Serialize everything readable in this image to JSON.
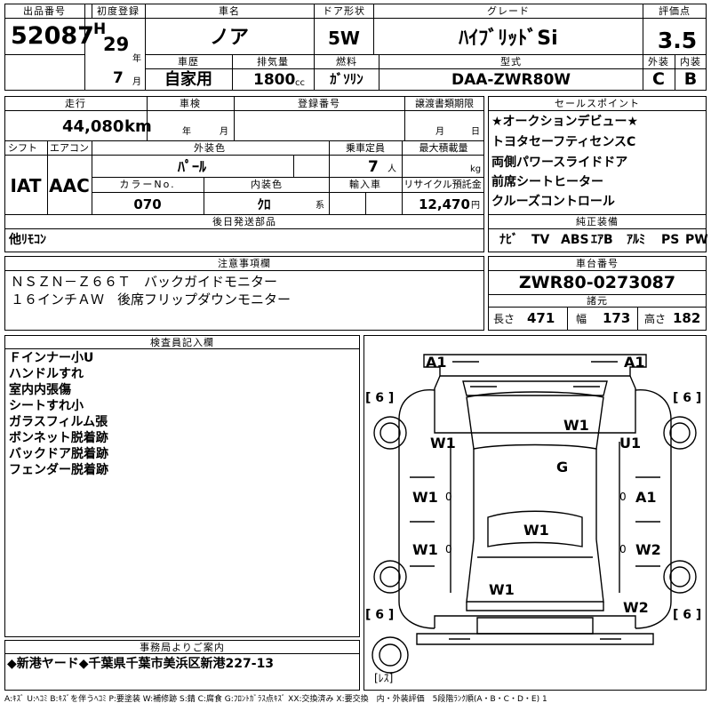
{
  "header": {
    "lot_no": {
      "label": "出品番号",
      "value": "52087"
    },
    "first_reg": {
      "label": "初度登録",
      "era": "H",
      "year": "29",
      "year_unit": "年",
      "month": "7",
      "month_unit": "月"
    },
    "car_name": {
      "label": "車名",
      "value": "ノア"
    },
    "doors": {
      "label": "ドア形状",
      "value": "5W"
    },
    "grade": {
      "label": "グレード",
      "value": "ﾊｲﾌﾞﾘｯﾄﾞSi"
    },
    "score": {
      "label": "評価点",
      "value": "3.5"
    },
    "history": {
      "label": "車歴",
      "value": "自家用"
    },
    "displacement": {
      "label": "排気量",
      "value": "1800",
      "unit": "cc"
    },
    "fuel": {
      "label": "燃料",
      "value": "ｶﾞｿﾘﾝ"
    },
    "model_code": {
      "label": "型式",
      "value": "DAA-ZWR80W"
    },
    "exterior_grade": {
      "label": "外装",
      "value": "C"
    },
    "interior_grade": {
      "label": "内装",
      "value": "B"
    }
  },
  "specs": {
    "mileage": {
      "label": "走行",
      "value": "44,080",
      "unit": "km"
    },
    "inspection": {
      "label": "車検",
      "year_unit": "年",
      "month_unit": "月"
    },
    "registration_no": {
      "label": "登録番号"
    },
    "transfer_deadline": {
      "label": "譲渡書類期限",
      "month_unit": "月",
      "day_unit": "日"
    },
    "shift": {
      "label": "シフト",
      "value": "IAT"
    },
    "aircon": {
      "label": "エアコン",
      "value": "AAC"
    },
    "exterior_color": {
      "label": "外装色",
      "value": "ﾊﾟｰﾙ"
    },
    "capacity": {
      "label": "乗車定員",
      "value": "7",
      "unit": "人"
    },
    "max_load": {
      "label": "最大積載量",
      "unit": "kg"
    },
    "color_no": {
      "label": "カラーNo.",
      "value": "070"
    },
    "interior_color": {
      "label": "内装色",
      "value": "ｸﾛ",
      "unit": "系"
    },
    "import": {
      "label": "輸入車"
    },
    "recycle": {
      "label": "リサイクル預託金",
      "value": "12,470",
      "unit": "円"
    },
    "later_parts": {
      "label": "後日発送部品",
      "value": "他ﾘﾓｺﾝ"
    }
  },
  "sales_points": {
    "label": "セールスポイント",
    "items": [
      "★オークションデビュー★",
      "トヨタセーフティセンスC",
      "両側パワースライドドア",
      "前席シートヒーター",
      "クルーズコントロール"
    ]
  },
  "standard_equipment": {
    "label": "純正装備",
    "items": [
      "ﾅﾋﾞ",
      "TV",
      "ABS",
      "ｴｱB",
      "ｱﾙﾐ",
      "PS",
      "PW"
    ]
  },
  "notes": {
    "label": "注意事項欄",
    "lines": [
      "ＮＳＺＮ－Ｚ６６Ｔ　バックガイドモニター",
      "１６インチＡＷ　後席フリップダウンモニター"
    ]
  },
  "chassis": {
    "label": "車台番号",
    "value": "ZWR80-0273087",
    "dims_label": "諸元",
    "length_label": "長さ",
    "length": "471",
    "width_label": "幅",
    "width": "173",
    "height_label": "高さ",
    "height": "182"
  },
  "inspector": {
    "label": "検査員記入欄",
    "lines": [
      "Ｆインナー小U",
      "ハンドルすれ",
      "室内内張傷",
      "シートすれ小",
      "ガラスフィルム張",
      "ボンネット脱着跡",
      "バックドア脱着跡",
      "フェンダー脱着跡"
    ]
  },
  "diagram": {
    "marks": {
      "front_left": "A1",
      "front_right": "A1",
      "hood": "W1",
      "left_fender": "W1",
      "right_fender": "U1",
      "windshield": "G",
      "left_front_door": "W1",
      "right_front_door": "A1",
      "roof": "W1",
      "left_rear_door": "W1",
      "right_rear_door": "W2",
      "back_door": "W1",
      "right_rear": "W2"
    },
    "small_marks": {
      "zero_left_front": "0",
      "zero_left_rear": "0",
      "zero_right_front": "0",
      "zero_right_rear": "0"
    },
    "tires": {
      "front_left": "[ 6 ]",
      "front_right": "[ 6 ]",
      "rear_left": "[ 6 ]",
      "rear_right": "[ 6 ]",
      "spare": "[ﾚｽ]"
    }
  },
  "office": {
    "label": "事務局よりご案内",
    "text": "◆新港ヤード◆千葉県千葉市美浜区新港227-13"
  },
  "legend": "A:ｷｽﾞ U:ﾍｺﾐ B:ｷｽﾞを伴うﾍｺﾐ P:要塗装 W:補修跡 S:錆 C:腐食 G:ﾌﾛﾝﾄｶﾞﾗｽ点ｷｽﾞ XX:交換済み X:要交換　内・外装評価　5段階ﾗﾝｸ順(A・B・C・D・E) 1"
}
